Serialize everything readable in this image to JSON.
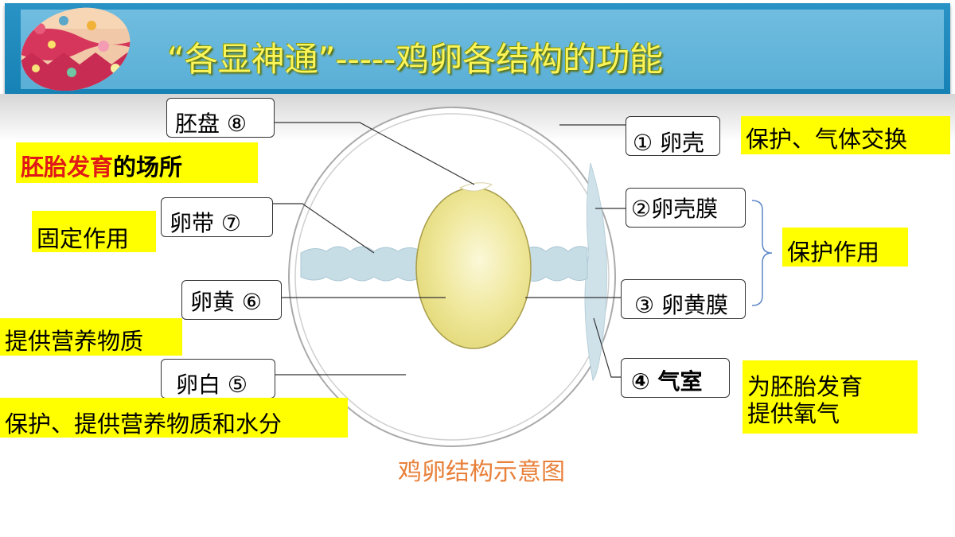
{
  "title": "“各显神通”-----鸡卵各结构的功能",
  "labels": {
    "embryo_disc": "胚盘 ⑧",
    "chalaza": "卵带 ⑦",
    "yolk": "卵黄 ⑥",
    "albumen": "卵白 ⑤",
    "shell": "① 卵壳",
    "shell_membrane": "②卵壳膜",
    "yolk_membrane": "③ 卵黄膜",
    "air_cell": "④  气室"
  },
  "functions": {
    "embryo_red": "胚胎发育",
    "embryo_rest": "的场所",
    "chalaza": "固定作用",
    "yolk": "提供营养物质",
    "albumen": "保护、提供营养物质和水分",
    "shell": "保护、气体交换",
    "membranes": "保护作用",
    "air_cell_line1": "为胚胎发育",
    "air_cell_line2": "提供氧气"
  },
  "caption": "鸡卵结构示意图",
  "colors": {
    "banner": "#2a93c6",
    "title": "#fbf55a",
    "highlight": "#ffff00",
    "red_text": "#e01818",
    "caption": "#e8803a",
    "yolk": "#ede68c",
    "chalaza": "#c7dde6"
  }
}
